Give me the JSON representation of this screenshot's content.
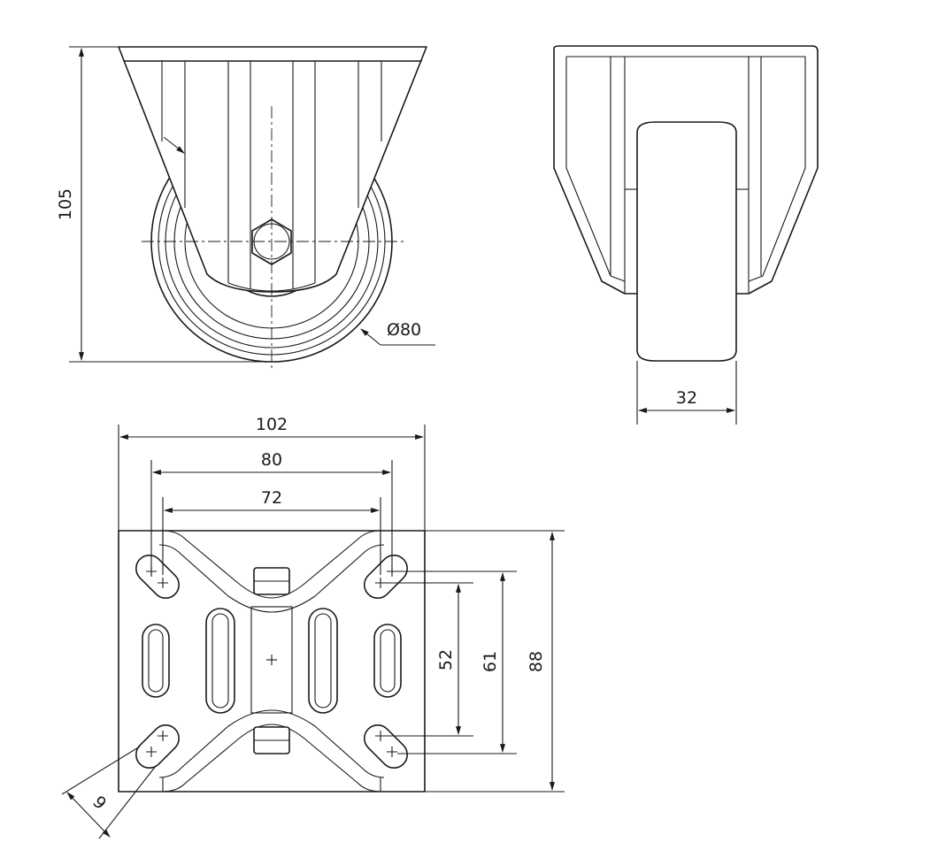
{
  "dimensions": {
    "overall_height": "105",
    "wheel_diameter": "Ø80",
    "wheel_width": "32",
    "plate_width": "102",
    "hole_spacing_outer": "80",
    "hole_spacing_inner": "72",
    "hole_spacing_vertical_inner": "52",
    "hole_spacing_vertical_outer": "61",
    "plate_length": "88",
    "slot_width": "9"
  }
}
